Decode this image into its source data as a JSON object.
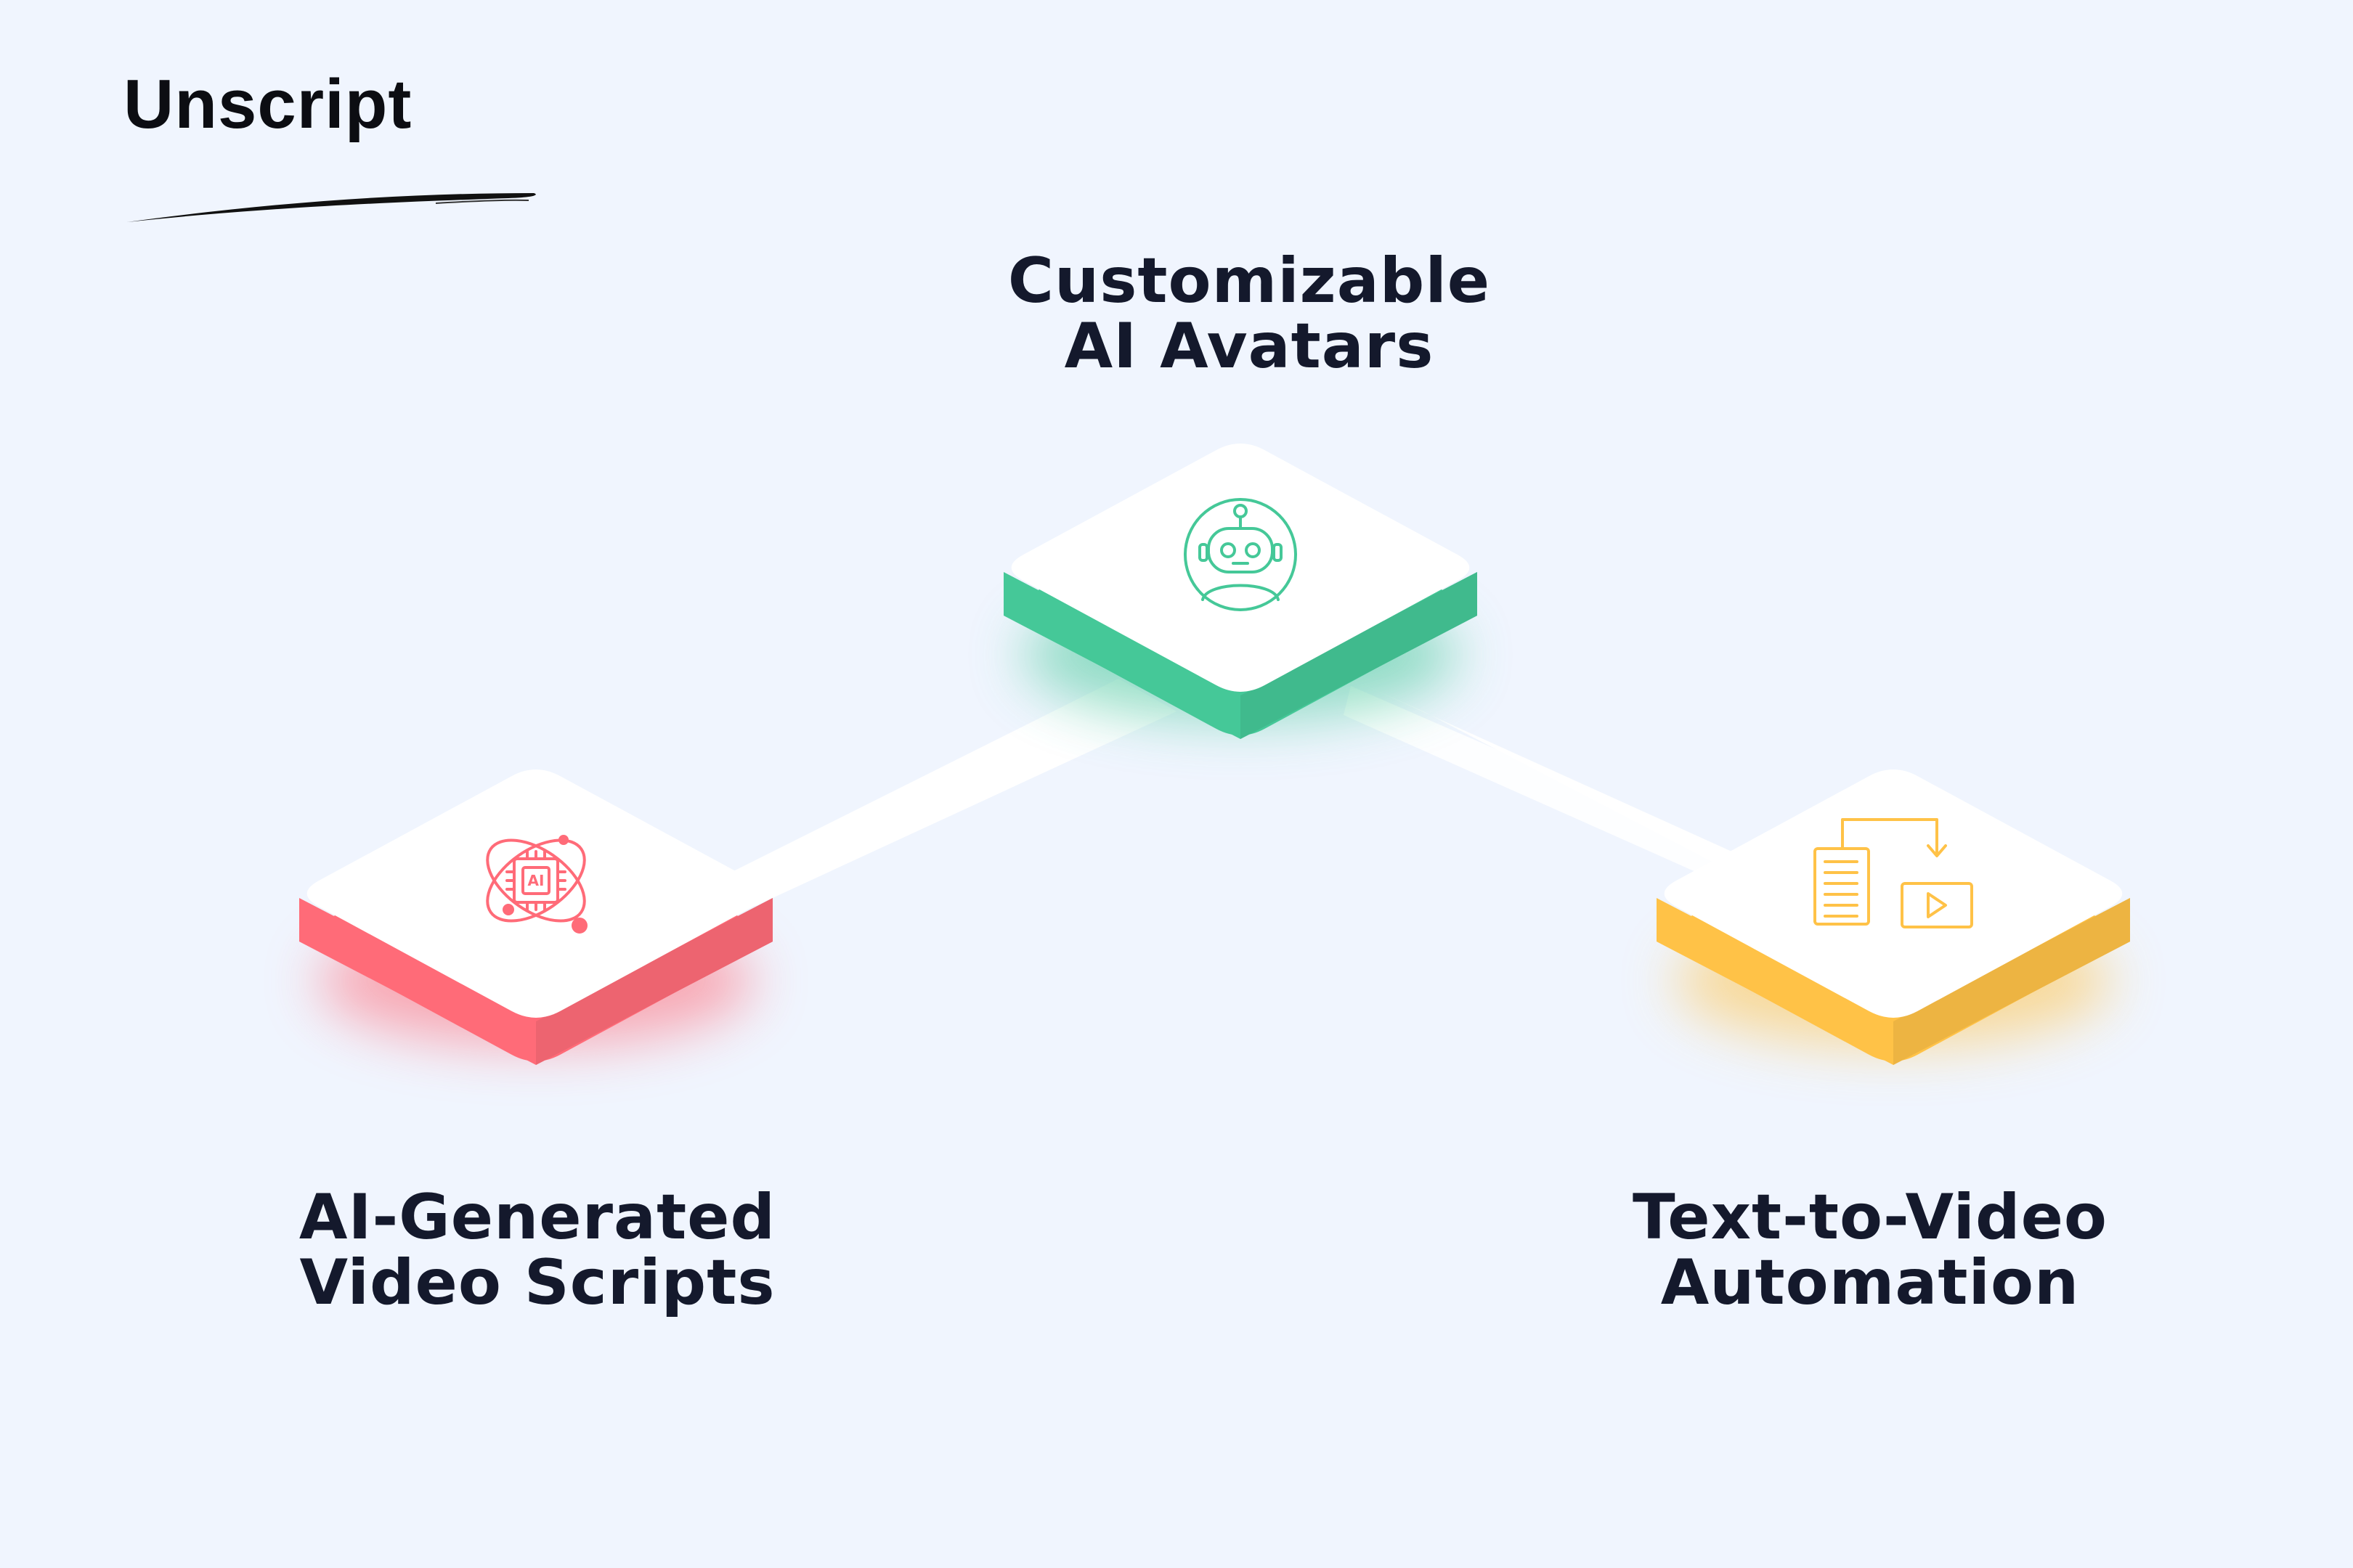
{
  "brand": {
    "name": "Unscript"
  },
  "nodes": [
    {
      "id": "scripts",
      "icon": "ai-atom-chip-icon",
      "color": "#ff6b78",
      "label_line1": "AI-Generated",
      "label_line2": "Video Scripts"
    },
    {
      "id": "avatars",
      "icon": "robot-avatar-icon",
      "color": "#45c898",
      "label_line1": "Customizable",
      "label_line2": "AI Avatars"
    },
    {
      "id": "automation",
      "icon": "document-to-video-icon",
      "color": "#ffc247",
      "label_line1": "Text-to-Video",
      "label_line2": "Automation"
    }
  ]
}
